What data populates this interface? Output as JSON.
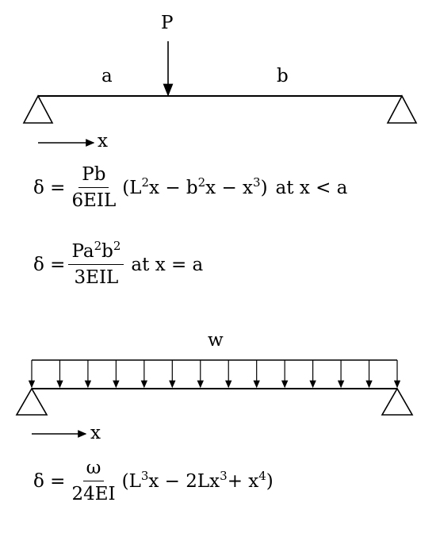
{
  "beam1": {
    "load_label": "P",
    "a_label": "a",
    "b_label": "b",
    "x_label": "x",
    "eq1": {
      "lhs": "δ =",
      "num": "Pb",
      "den": "6EIL",
      "open": "(L",
      "t1": "2",
      "mid1": "x − b",
      "t2": "2",
      "mid2": "x − x",
      "t3": "3",
      "close": ")",
      "cond": "at x < a"
    },
    "eq2": {
      "lhs": "δ =",
      "num_a": "Pa",
      "num_p1": "2",
      "num_b": "b",
      "num_p2": "2",
      "den": "3EIL",
      "cond": "at x = a"
    }
  },
  "beam2": {
    "load_label": "w",
    "x_label": "x",
    "eq3": {
      "lhs": "δ =",
      "num": "ω",
      "den": "24EI",
      "open": "(L",
      "t1": "3",
      "mid1": "x − 2Lx",
      "t2": "3",
      "mid2": "+ x",
      "t3": "4",
      "close": ")"
    }
  }
}
